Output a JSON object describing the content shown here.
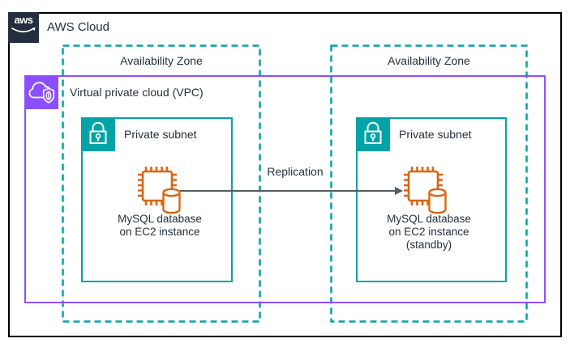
{
  "aws_cloud": {
    "logo_text": "aws",
    "label": "AWS Cloud"
  },
  "vpc": {
    "label": "Virtual private cloud (VPC)"
  },
  "az_left": {
    "label": "Availability Zone"
  },
  "az_right": {
    "label": "Availability Zone"
  },
  "subnet_left": {
    "label": "Private subnet"
  },
  "subnet_right": {
    "label": "Private subnet"
  },
  "node_left": {
    "line1": "MySQL database",
    "line2": "on EC2 instance"
  },
  "node_right": {
    "line1": "MySQL database",
    "line2": "on EC2 instance",
    "line3": "(standby)"
  },
  "arrow": {
    "label": "Replication"
  },
  "icons": {
    "aws_logo": "aws-smile-logo",
    "vpc": "cloud-shield-icon",
    "subnet": "padlock-icon",
    "node": "ec2-chip-with-database-cylinder-icon"
  },
  "colors": {
    "frame_black": "#000000",
    "navy": "#232F3E",
    "vpc_purple": "#8C4FFF",
    "subnet_teal": "#00A4A6",
    "az_teal_dashed": "#00A4A6",
    "ec2_orange": "#D86613",
    "arrow_gray": "#545B64",
    "background": "#FFFFFF"
  }
}
